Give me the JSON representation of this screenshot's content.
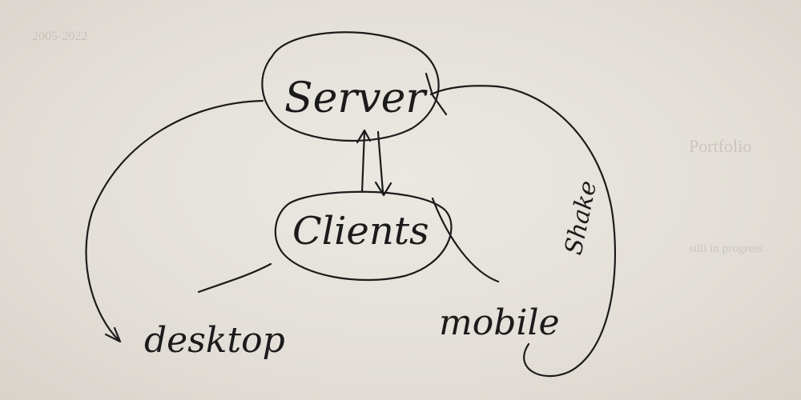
{
  "nodes": {
    "server": "Server",
    "clients": "Clients",
    "desktop": "desktop",
    "mobile": "mobile"
  },
  "edge_labels": {
    "shake": "Shake"
  },
  "background_text": {
    "date": "2005-2022",
    "portfolio_heading": "Portfolio",
    "progress_note": "still in progress"
  },
  "colors": {
    "ink": "#1b1b1b",
    "paper": "#e7e3dc",
    "bleed_through": "#b5b0a8"
  }
}
